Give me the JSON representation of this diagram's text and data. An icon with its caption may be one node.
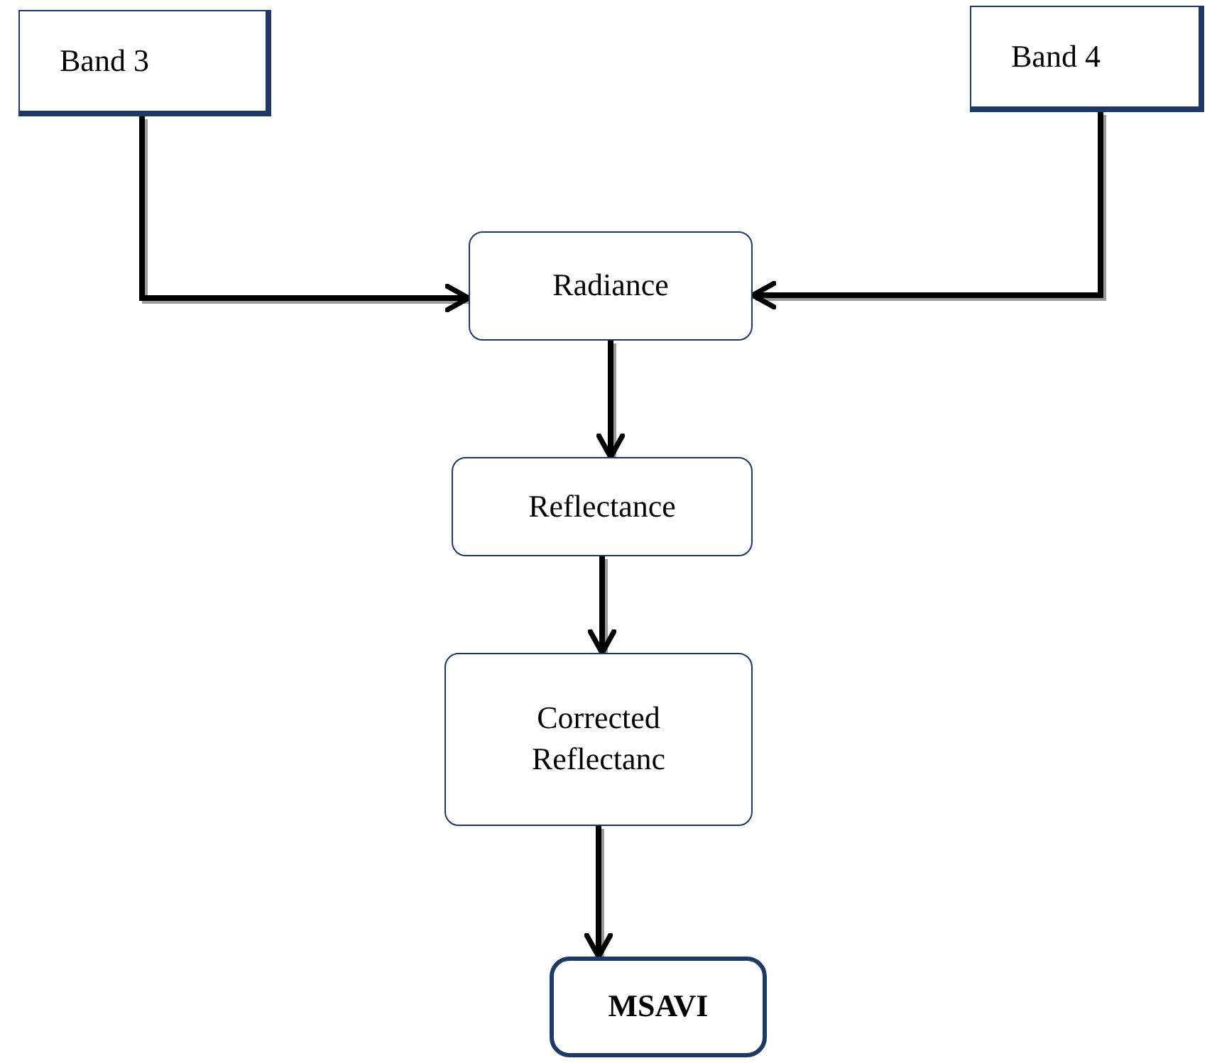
{
  "diagram": {
    "nodes": [
      {
        "text": [
          "Band 3"
        ]
      },
      {
        "text": [
          "Band 4"
        ]
      },
      {
        "text": [
          "Radiance"
        ]
      },
      {
        "text": [
          "Reflectance"
        ]
      },
      {
        "text": [
          "Corrected Reflectanc"
        ]
      },
      {
        "text": [
          "MSAVI"
        ]
      }
    ],
    "edges": [
      {
        "from": 0,
        "to": 2,
        "arrow": "to"
      },
      {
        "from": 1,
        "to": 2,
        "arrow": "to"
      },
      {
        "from": 2,
        "to": 3,
        "arrow": "to"
      },
      {
        "from": 3,
        "to": 4,
        "arrow": "to"
      },
      {
        "from": 4,
        "to": 5,
        "arrow": "to"
      }
    ]
  }
}
